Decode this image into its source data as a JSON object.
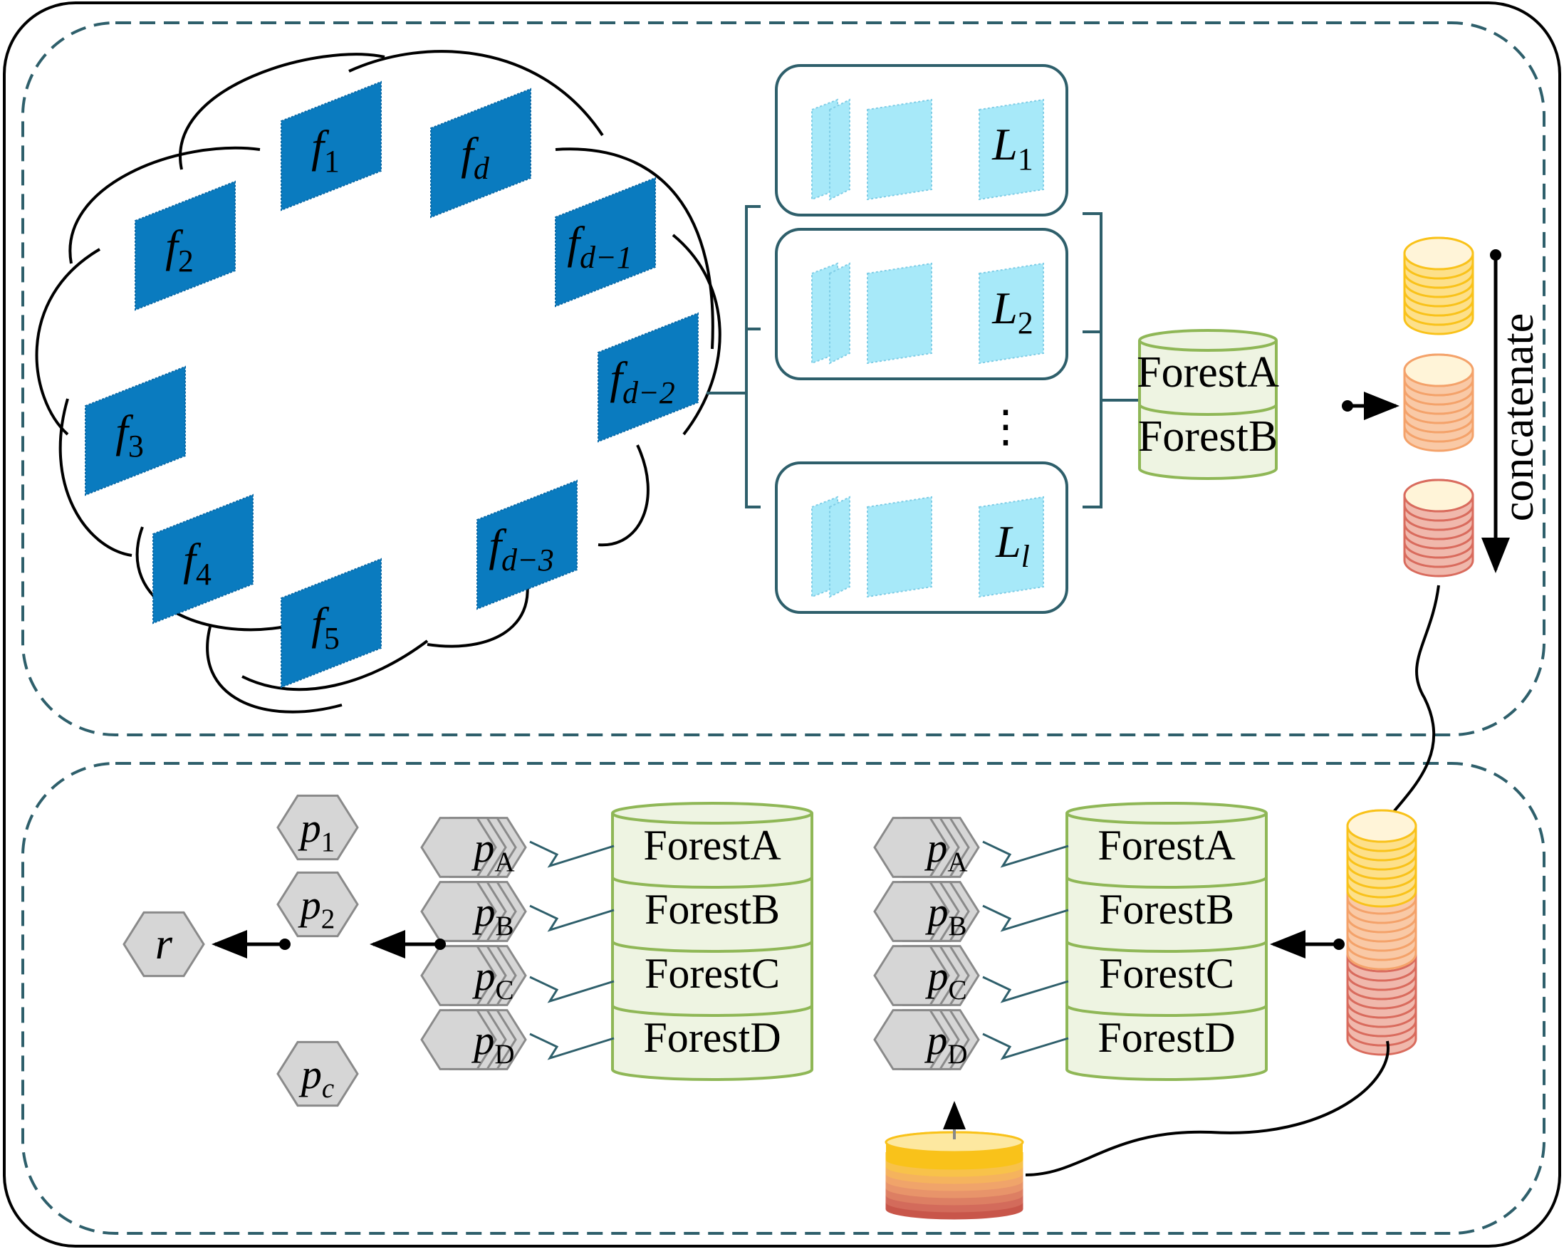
{
  "top_panel": {
    "features": [
      {
        "base": "f",
        "sub": "1"
      },
      {
        "base": "f",
        "sub": "d"
      },
      {
        "base": "f",
        "sub": "2"
      },
      {
        "base": "f",
        "sub": "d−1"
      },
      {
        "base": "f",
        "sub": "3"
      },
      {
        "base": "f",
        "sub": "d−2"
      },
      {
        "base": "f",
        "sub": "4"
      },
      {
        "base": "f",
        "sub": "d−3"
      },
      {
        "base": "f",
        "sub": "5"
      }
    ],
    "layers": [
      {
        "base": "L",
        "sub": "1"
      },
      {
        "base": "L",
        "sub": "2"
      },
      {
        "base": "L",
        "sub": "l"
      }
    ],
    "layers_ellipsis": "⋮",
    "forests": [
      "ForestA",
      "ForestB"
    ],
    "concatenate_label": "concatenate"
  },
  "bottom_panel": {
    "output": {
      "base": "r",
      "sub": ""
    },
    "final_probs": [
      {
        "base": "p",
        "sub": "1"
      },
      {
        "base": "p",
        "sub": "2"
      },
      {
        "base": "p",
        "sub": "c"
      }
    ],
    "left_forest_stack": {
      "probs": [
        {
          "base": "p",
          "sub": "A"
        },
        {
          "base": "p",
          "sub": "B"
        },
        {
          "base": "p",
          "sub": "C"
        },
        {
          "base": "p",
          "sub": "D"
        }
      ],
      "forests": [
        "ForestA",
        "ForestB",
        "ForestC",
        "ForestD"
      ]
    },
    "right_forest_stack": {
      "probs": [
        {
          "base": "p",
          "sub": "A"
        },
        {
          "base": "p",
          "sub": "B"
        },
        {
          "base": "p",
          "sub": "C"
        },
        {
          "base": "p",
          "sub": "D"
        }
      ],
      "forests": [
        "ForestA",
        "ForestB",
        "ForestC",
        "ForestD"
      ]
    }
  },
  "colors": {
    "feature_blue": "#0a7bbf",
    "layer_cyan": "#a7e9f9",
    "forest_fill": "#eef4e2",
    "forest_stroke": "#8fb756",
    "dashed_stroke": "#2e5f6b",
    "yellow_stack": "#f9c21a",
    "orange_stack": "#f4a26a",
    "red_stack": "#d96b5d",
    "hex_fill": "#d6d6d6",
    "hex_stroke": "#8a8a8a"
  }
}
